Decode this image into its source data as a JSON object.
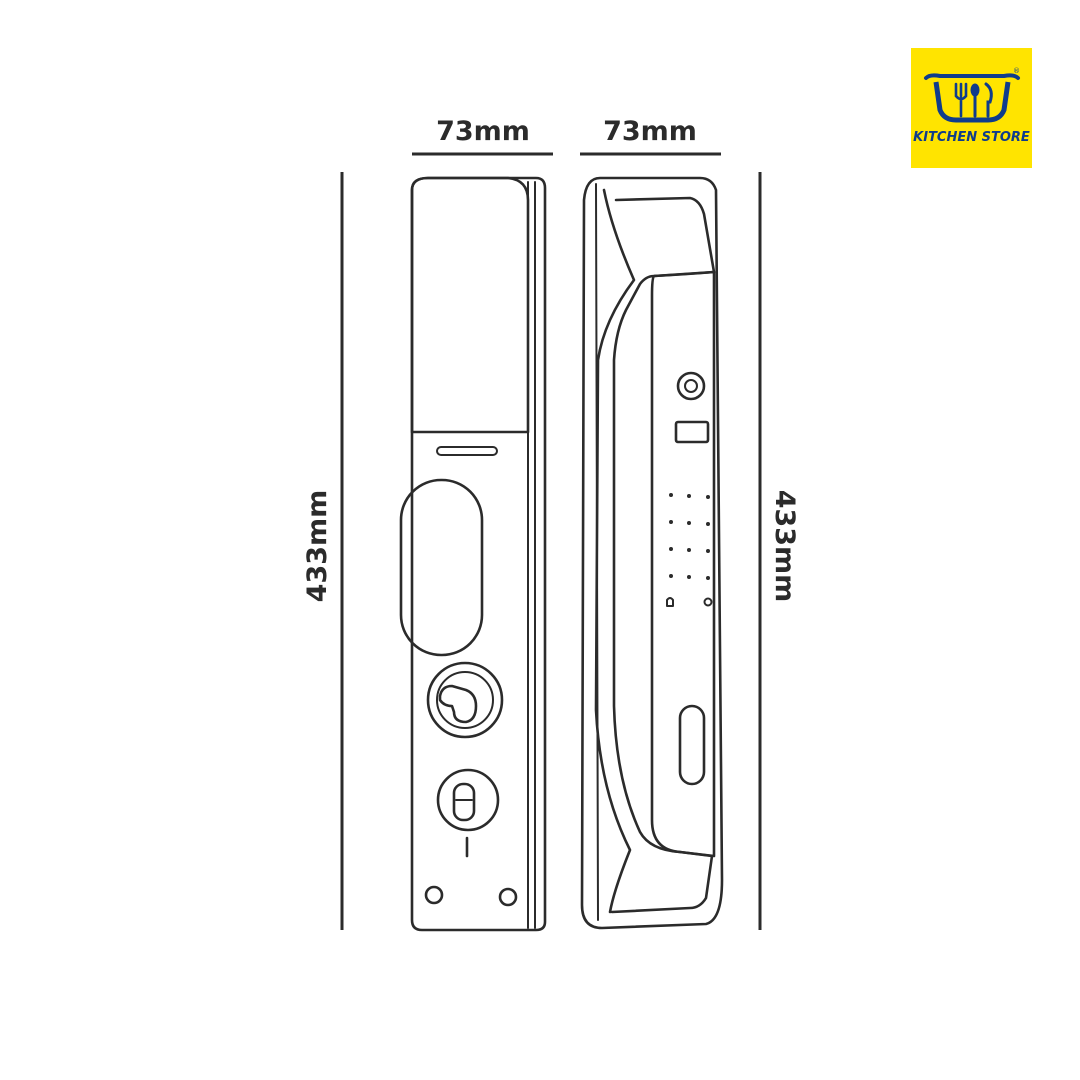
{
  "dimensions": {
    "front_width": "73mm",
    "side_width": "73mm",
    "front_height": "433mm",
    "side_height": "433mm"
  },
  "logo": {
    "brand_name": "KITCHEN STORE",
    "registered_mark": "®",
    "background_color": "#FFE400",
    "text_color": "#0F3C8C"
  },
  "drawing": {
    "line_color": "#2B2B2B"
  }
}
